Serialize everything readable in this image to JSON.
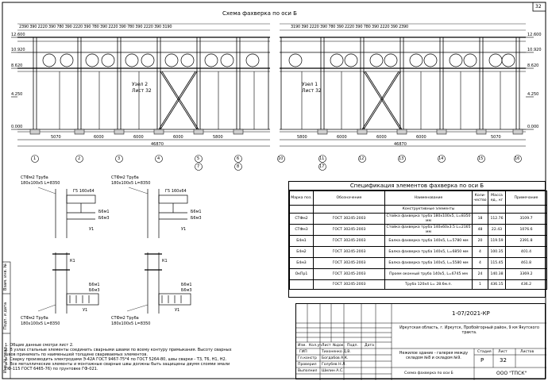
{
  "sheet": {
    "corner_number": "32",
    "plan_title": "Схема фахверка по оси Б",
    "total_dims": [
      "46870",
      "46870"
    ],
    "span_dims_left": [
      "5070",
      "6000",
      "6000",
      "6000",
      "5800"
    ],
    "span_dims_right": [
      "5800",
      "6000",
      "6000",
      "6000",
      "5070"
    ],
    "bay_labels_left": [
      "1",
      "2",
      "3",
      "4",
      "5",
      "6",
      "7",
      "8"
    ],
    "bay_labels_right": [
      "10",
      "11",
      "12",
      "13",
      "14",
      "15",
      "16",
      "17"
    ],
    "top_dims_left": [
      "2390",
      "390",
      "2220",
      "390",
      "780",
      "390",
      "2220",
      "390",
      "780",
      "390",
      "2220",
      "390",
      "780",
      "390",
      "2220",
      "390",
      "3190"
    ],
    "top_dims_right": [
      "3190",
      "390",
      "2220",
      "390",
      "780",
      "390",
      "2220",
      "390",
      "780",
      "390",
      "2220",
      "390",
      "2390"
    ],
    "elevations_left": [
      "12.600",
      "10.920",
      "8.620",
      "4.250",
      "0.000"
    ],
    "elevations_right": [
      "12.600",
      "10.920",
      "8.620",
      "4.250",
      "0.000"
    ],
    "callouts": [
      {
        "title": "Узел 2",
        "sheet": "Лист 32"
      },
      {
        "title": "Узел 1",
        "sheet": "Лист 32"
      }
    ],
    "side_stamp": [
      "Инв. № подл.",
      "Подп. и дата",
      "Взам. инв. №"
    ]
  },
  "details": {
    "top_left": {
      "label": "СТФм2 Труба",
      "size": "180х100х5  L=8350",
      "angle": "Г5 160х64",
      "marks": [
        "Б6м1",
        "Б6м3"
      ],
      "u": "У1"
    },
    "top_right": {
      "label": "СТФм2 Труба",
      "size": "180х100х5  L=8350",
      "angle": "Г5 160х64",
      "marks": [
        "Б6м1",
        "Б6м3"
      ],
      "u": "У1"
    },
    "bottom_left": {
      "label": "СТФм2 Труба",
      "size": "180х100х5  L=8350",
      "k": "К1",
      "marks": [
        "Б6м1",
        "Б6м3"
      ],
      "u": "У1"
    },
    "bottom_right": {
      "label": "СТФм2 Труба",
      "size": "180х100х5  L=8350",
      "k": "К1",
      "marks": [
        "Б6м1",
        "Б6м3"
      ],
      "u": "У1"
    }
  },
  "spec": {
    "title": "Спецификация элементов фахверка по оси Б",
    "headers": [
      "Марка поз.",
      "Обозначение",
      "Наименование",
      "Коли-чество",
      "Масса ед., кг",
      "Примечание"
    ],
    "section": "Конструктивные элементы",
    "rows": [
      [
        "СТФм2",
        "ГОСТ 30245-2003",
        "Стойка фахверка труба 180х100х5, L=8350 мм",
        "18",
        "112.76",
        "3109.7"
      ],
      [
        "СТФм3",
        "ГОСТ 30245-2003",
        "Стойка фахверка труба 140х60х3.5 L=2165 мм",
        "48",
        "22.43",
        "1076.6"
      ],
      [
        "Б4м1",
        "ГОСТ 30245-2003",
        "Балка фахверка труба 140х5, L=5780 мм",
        "20",
        "119.59",
        "2391.8"
      ],
      [
        "Б4м2",
        "ГОСТ 30245-2003",
        "Балка фахверка труба 140х5, L=6850 мм",
        "4",
        "100.35",
        "401.4"
      ],
      [
        "Б4м3",
        "ГОСТ 30245-2003",
        "Балка фахверка труба 140х5, L=5580 мм",
        "4",
        "115.45",
        "461.8"
      ],
      [
        "ОкПр1",
        "ГОСТ 30245-2003",
        "Проем оконный труба 140х5, L=6745 мм",
        "24",
        "140.38",
        "3369.2"
      ],
      [
        "",
        "ГОСТ 30245-2003",
        "Труба  120х4  L= 28.6м.п.",
        "1",
        "436.15",
        "436.2"
      ]
    ]
  },
  "titleblock": {
    "code": "1-07/2021-КР",
    "address": "Иркутская область, г. Иркутск, Пробойгорный район, 9 км Якутского тракта.",
    "object": "Нежилое здание - галерея между складом №8 и складом №9.",
    "drawing": "Схема фахверка по оси Б",
    "stage_h": "Стадия",
    "sheet_h": "Лист",
    "sheets_h": "Листов",
    "stage": "Р",
    "sheet": "32",
    "sheets": "",
    "company": "ООО \"ТПСК\"",
    "cols": [
      "Изм.",
      "Кол.уч",
      "Лист",
      "№док.",
      "Подп.",
      "Дата"
    ],
    "people": [
      {
        "role": "ГИП",
        "name": "Тихоненко Д.В."
      },
      {
        "role": "Гл.констр",
        "name": "Богдабов А.К."
      },
      {
        "role": "Проверил",
        "name": "Голубев Н.Л."
      },
      {
        "role": "Выполнил",
        "name": "Шилин А.С."
      }
    ]
  },
  "notes": [
    "1.    Общие данные смотри лист 2.",
    "2.    В узлах стальные элементы соединить сварными швами по всему контуру примыкания. Высоту сварных",
    "       швов принимать по наименьшей толщине свариваемых элементов.",
    "3.    Сварку производить электродами Э-42А ГОСТ 9467-75*4 по ГОСТ 5264-80, швы сварки - Т3, Т6, Н1, Н2.",
    "4.    Все металлические элементы и монтажные сварные швы должны быть защищены двумя слоями эмали",
    "       ПФ-115 ГОСТ 6465-76) по грунтовке ГФ-021."
  ]
}
